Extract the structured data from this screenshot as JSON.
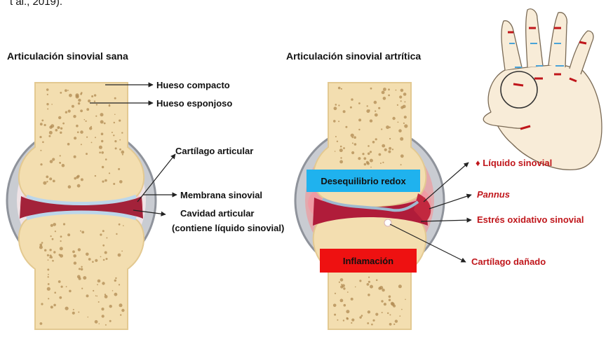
{
  "top_fragment": "t al., 2019).",
  "left_panel": {
    "title": "Articulación sinovial sana",
    "labels": {
      "hueso_compacto": "Hueso compacto",
      "hueso_esponjoso": "Hueso esponjoso",
      "cartilago_articular": "Cartílago articular",
      "membrana_sinovial": "Membrana sinovial",
      "cavidad_articular": "Cavidad articular",
      "cavidad_articular_note": "(contiene líquido sinovial)"
    }
  },
  "right_panel": {
    "title": "Articulación sinovial artrítica",
    "labels": {
      "liquido_sinovial_prefix": "♦",
      "liquido_sinovial": "Líquido sinovial",
      "pannus": "Pannus",
      "estres_oxidativo": "Estrés oxidativo sinovial",
      "cartilago_danado": "Cartílago dañado"
    },
    "boxes": {
      "redox": "Desequilibrio redox",
      "inflamacion": "Inflamación"
    }
  },
  "colors": {
    "bone": "#f3deb0",
    "bone_dots": "#b08a52",
    "capsule": "#9a9ea6",
    "synovial_fluid": "#f2c9cc",
    "membrane": "#a3223a",
    "cartilage": "#bcd6ea",
    "red_label": "#c0161b",
    "redox_box": "#1fb2ee",
    "inflamacion_box": "#ee1111"
  }
}
